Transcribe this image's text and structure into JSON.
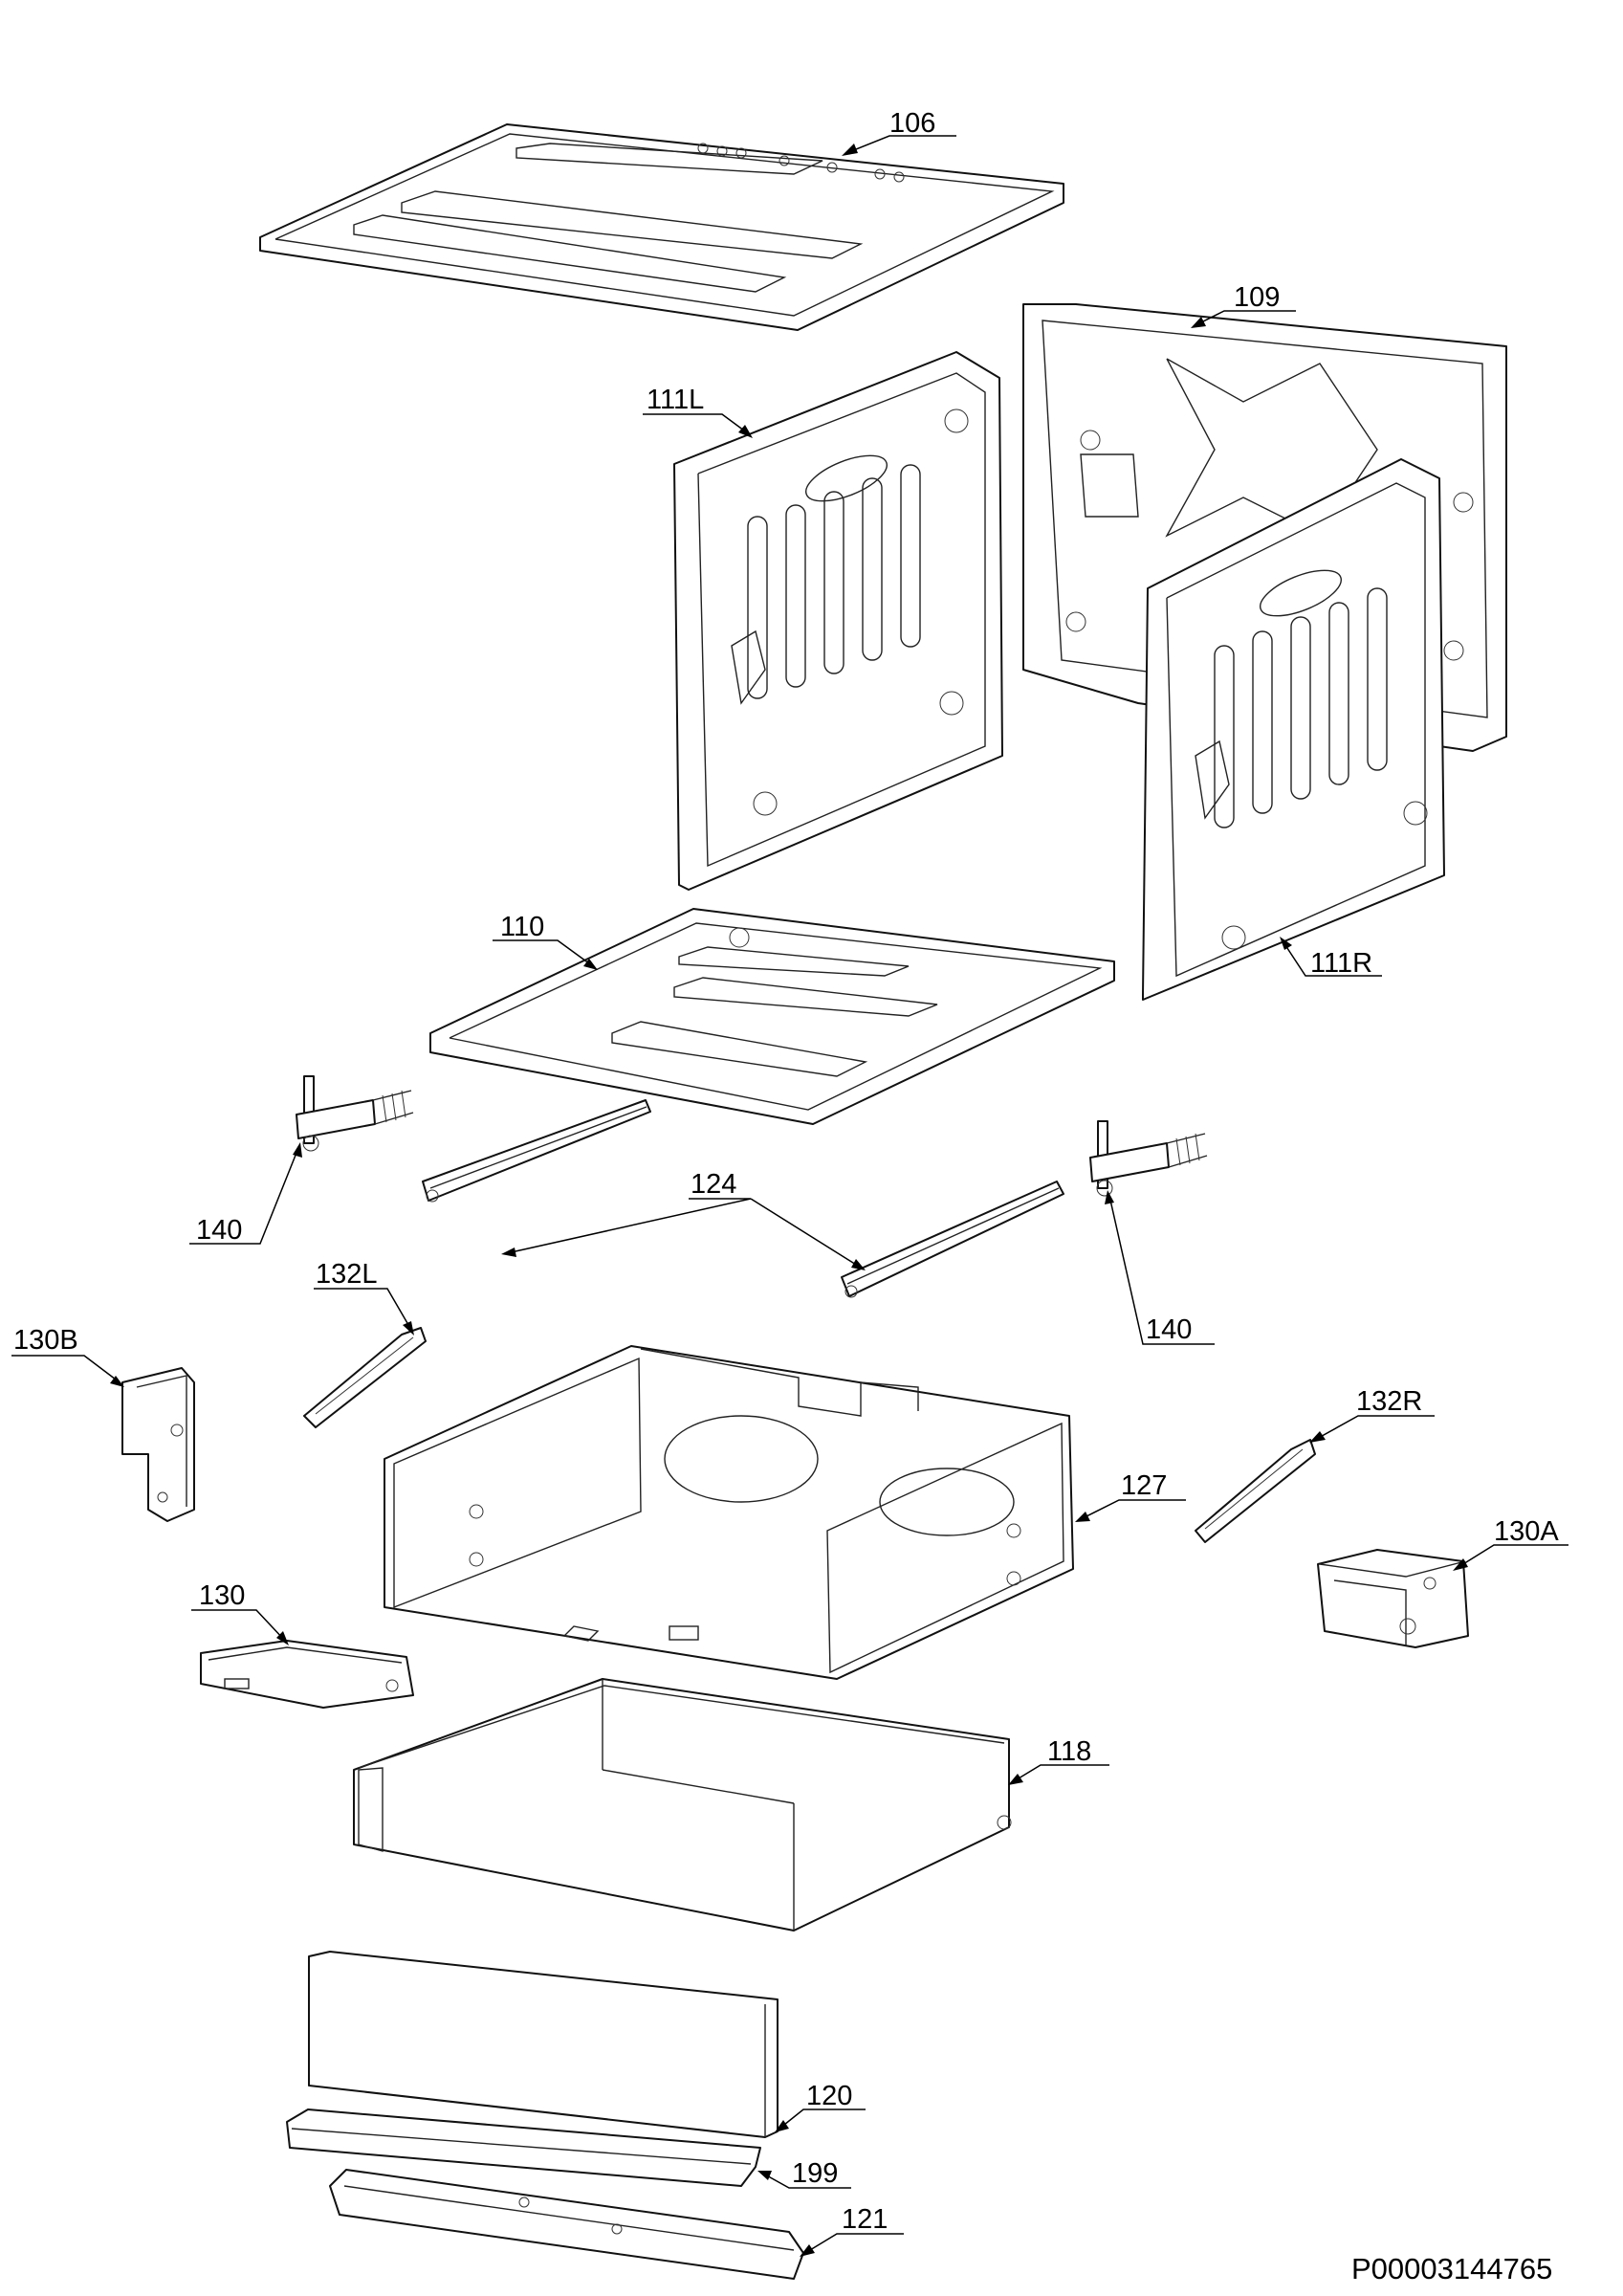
{
  "diagram": {
    "document_id": "P00003144765",
    "part_labels": [
      "106",
      "109",
      "111L",
      "111R",
      "110",
      "140",
      "124",
      "132L",
      "130B",
      "127",
      "132R",
      "130A",
      "130",
      "118",
      "120",
      "199",
      "121"
    ]
  }
}
